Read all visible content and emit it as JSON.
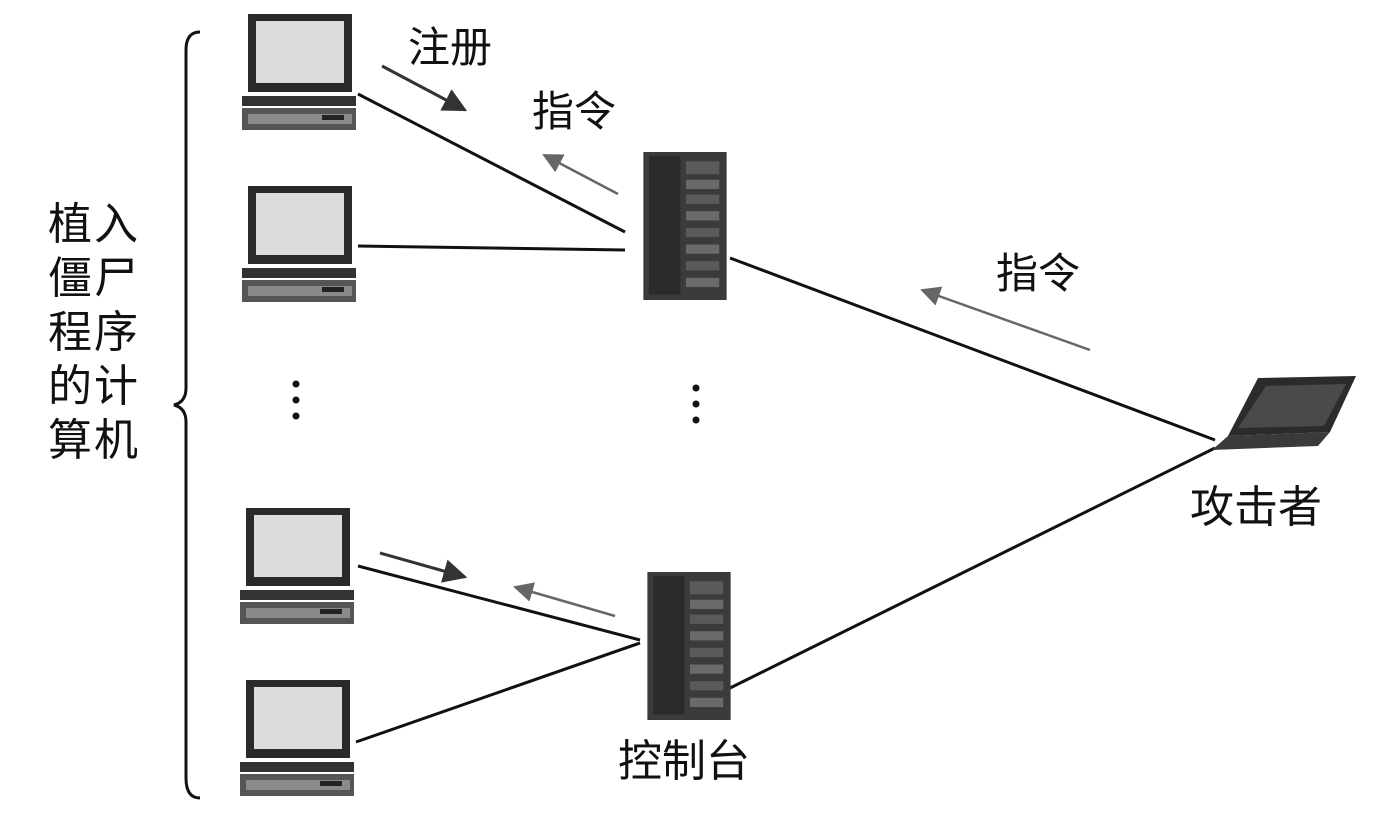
{
  "labels": {
    "zombie_line1": "植入",
    "zombie_line2": "僵尸",
    "zombie_line3": "程序",
    "zombie_line4": "的计",
    "zombie_line5": "算机",
    "register": "注册",
    "command_top": "指令",
    "command_right": "指令",
    "attacker": "攻击者",
    "console": "控制台"
  },
  "colors": {
    "line": "#111111",
    "arrow_dark": "#333333",
    "arrow_light": "#666666",
    "monitor_bezel": "#2a2a2a",
    "screen": "#dcdcdc",
    "server_body": "#3b3b3b"
  }
}
